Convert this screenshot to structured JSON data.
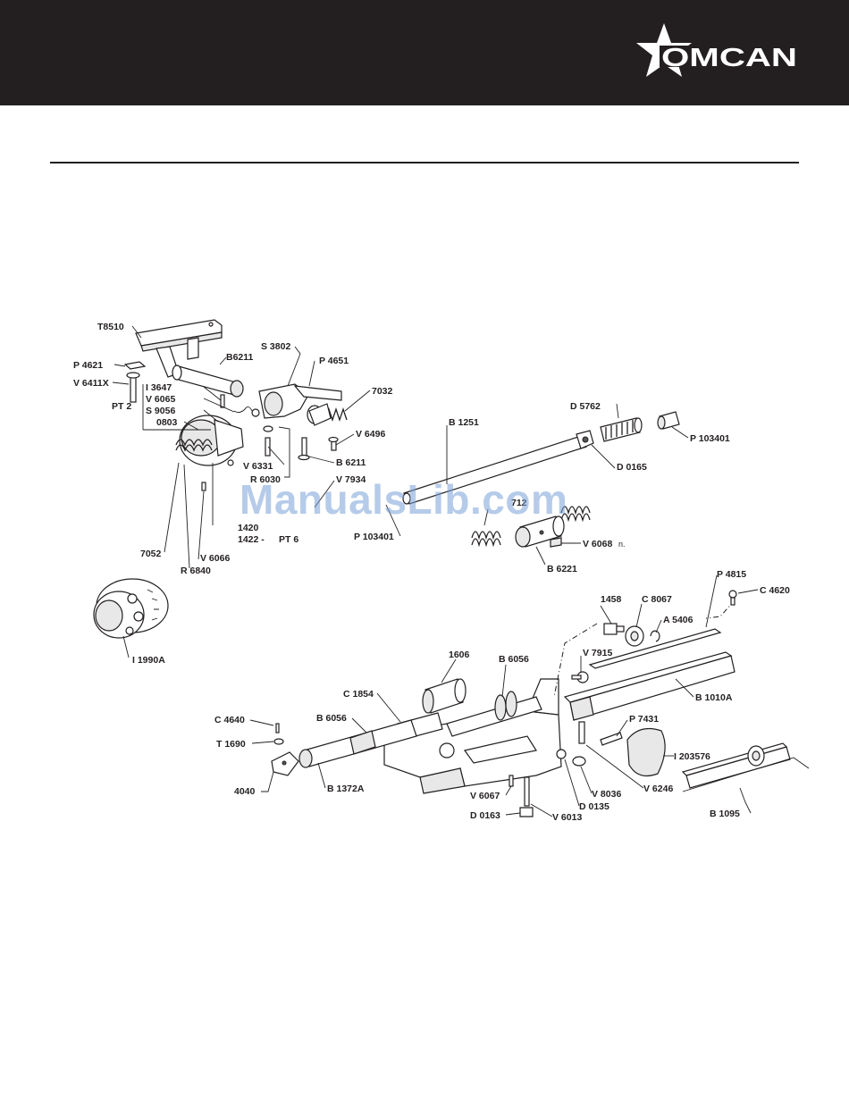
{
  "brand": {
    "name": "OMCAN",
    "header_color": "#231f20"
  },
  "watermark": "ManualsLib.com",
  "labels": {
    "t8510": "T8510",
    "p4621": "P 4621",
    "v6411x": "V 6411X",
    "pt2": "PT 2",
    "i3647": "I 3647",
    "v6065": "V 6065",
    "s9056": "S 9056",
    "n0803": "0803",
    "b6211a": "B6211",
    "s3802": "S 3802",
    "p4651": "P 4651",
    "n7032": "7032",
    "v6496": "V 6496",
    "b6211b": "B 6211",
    "v6331": "V 6331",
    "r6030": "R 6030",
    "v7934": "V 7934",
    "p103401a": "P 103401",
    "n1420": "1420",
    "n1422": "1422 -",
    "pt6": "PT 6",
    "n7052": "7052",
    "v6066": "V 6066",
    "r6840": "R 6840",
    "b1251": "B 1251",
    "d5762": "D 5762",
    "p103401b": "P 103401",
    "d0165": "D 0165",
    "n712": "712",
    "v6068": "V 6068",
    "v6068n": "n.",
    "b6221": "B 6221",
    "i1990a": "I 1990A",
    "p4815": "P 4815",
    "c4620": "C 4620",
    "n1458": "1458",
    "c8067": "C 8067",
    "a5406": "A 5406",
    "n1606": "1606",
    "b6056a": "B 6056",
    "v7915": "V 7915",
    "c1854": "C 1854",
    "b6056b": "B 6056",
    "b1010a": "B 1010A",
    "c4640": "C 4640",
    "t1690": "T 1690",
    "p7431": "P 7431",
    "i203576": "I 203576",
    "n4040": "4040",
    "b1372a": "B 1372A",
    "v8036": "V 8036",
    "v6246": "V 6246",
    "v6067": "V 6067",
    "d0135": "D 0135",
    "d0163": "D 0163",
    "v6013": "V 6013",
    "b1095": "B 1095"
  }
}
